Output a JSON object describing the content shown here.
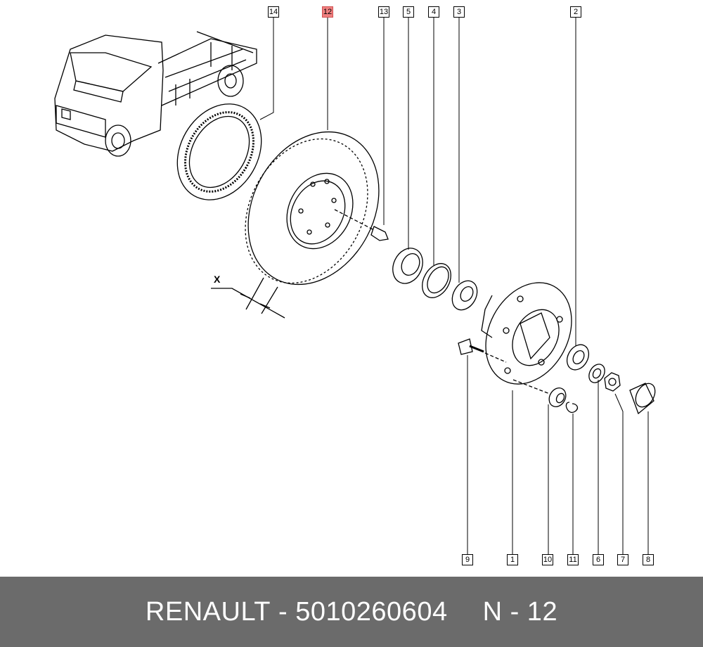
{
  "callouts": {
    "c14": "14",
    "c12": "12",
    "c13": "13",
    "c5": "5",
    "c4": "4",
    "c3": "3",
    "c2": "2",
    "c9": "9",
    "c1": "1",
    "c10": "10",
    "c11": "11",
    "c6": "6",
    "c7": "7",
    "c8": "8"
  },
  "highlighted_callout": "12",
  "dimension_label": "X",
  "footer": {
    "brand": "RENAULT",
    "separator": "-",
    "part_number": "5010260604",
    "ref": "N - 12"
  },
  "colors": {
    "highlight": "#f08080",
    "footer_bg": "#6b6b6b",
    "footer_text": "#ffffff"
  }
}
